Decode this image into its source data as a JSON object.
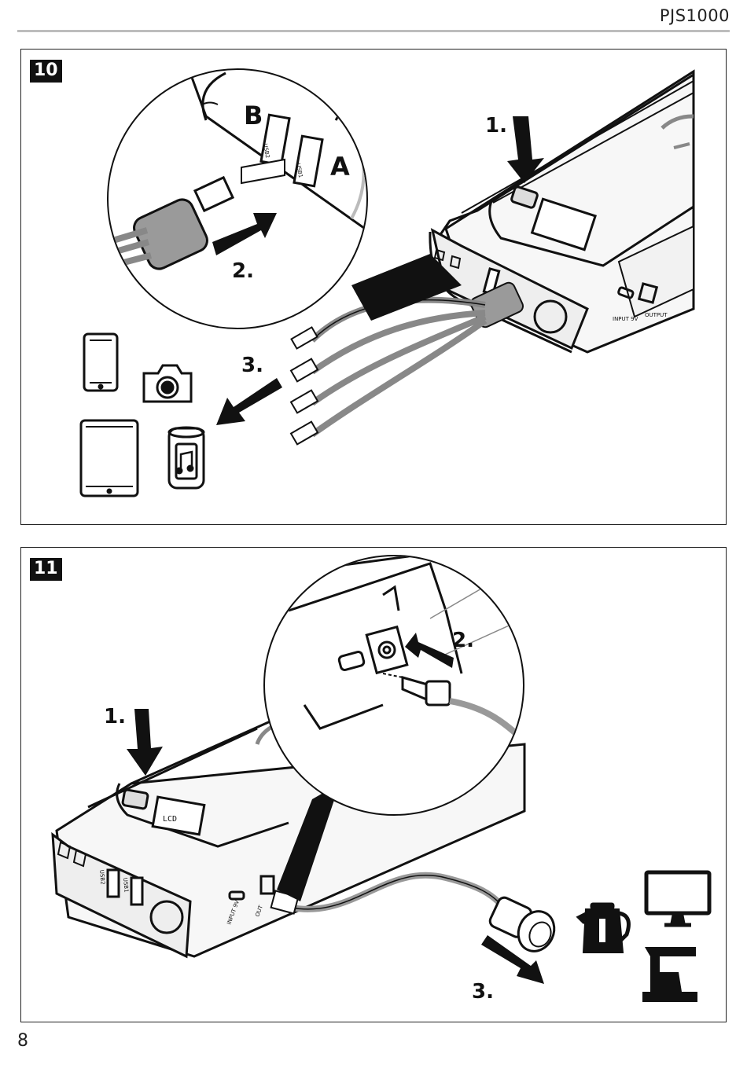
{
  "header": {
    "model": "PJS1000"
  },
  "figures": [
    {
      "number": "10",
      "steps": [
        "1.",
        "2.",
        "3."
      ],
      "port_letters": [
        "A",
        "B"
      ],
      "port_labels": [
        "USB1",
        "USB2",
        "INPUT 9V",
        "OUTPUT"
      ],
      "device_icons": [
        "smartphone-icon",
        "camera-icon",
        "tablet-icon",
        "speaker-icon"
      ]
    },
    {
      "number": "11",
      "steps": [
        "1.",
        "2.",
        "3."
      ],
      "port_labels": [
        "USB1",
        "USB2",
        "INPUT 9V",
        "OUT"
      ],
      "device_icons": [
        "kettle-icon",
        "monitor-icon",
        "coffee-machine-icon"
      ]
    }
  ],
  "footer": {
    "page_number": "8"
  }
}
